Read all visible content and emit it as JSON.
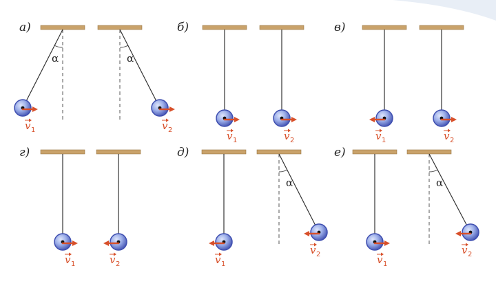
{
  "colors": {
    "ceiling": "#c9a26a",
    "ceiling_edge": "#9a7645",
    "thread": "#333333",
    "ball_outer": "#3f4fb0",
    "ball_inner": "#9fb1ea",
    "arrow": "#d8502a",
    "angle_line": "#555555"
  },
  "panels": [
    {
      "label": "а)",
      "pendulums": [
        {
          "state": "deflected-left",
          "angle_label": "α",
          "velocity_label": "v",
          "velocity_sub": "1",
          "velocity_direction": "right"
        },
        {
          "state": "deflected-right",
          "angle_label": "α",
          "velocity_label": "v",
          "velocity_sub": "2",
          "velocity_direction": "right"
        }
      ]
    },
    {
      "label": "б)",
      "pendulums": [
        {
          "state": "vertical",
          "velocity_label": "v",
          "velocity_sub": "1",
          "velocity_direction": "right"
        },
        {
          "state": "vertical",
          "velocity_label": "v",
          "velocity_sub": "2",
          "velocity_direction": "right"
        }
      ]
    },
    {
      "label": "в)",
      "pendulums": [
        {
          "state": "vertical",
          "velocity_label": "v",
          "velocity_sub": "1",
          "velocity_direction": "left"
        },
        {
          "state": "vertical",
          "velocity_label": "v",
          "velocity_sub": "2",
          "velocity_direction": "right"
        }
      ]
    },
    {
      "label": "г)",
      "pendulums": [
        {
          "state": "vertical",
          "velocity_label": "v",
          "velocity_sub": "1",
          "velocity_direction": "right"
        },
        {
          "state": "vertical",
          "velocity_label": "v",
          "velocity_sub": "2",
          "velocity_direction": "left"
        }
      ]
    },
    {
      "label": "д)",
      "pendulums": [
        {
          "state": "vertical",
          "velocity_label": "v",
          "velocity_sub": "1",
          "velocity_direction": "left"
        },
        {
          "state": "deflected-right",
          "angle_label": "α",
          "velocity_label": "v",
          "velocity_sub": "2",
          "velocity_direction": "left"
        }
      ]
    },
    {
      "label": "е)",
      "pendulums": [
        {
          "state": "vertical",
          "velocity_label": "v",
          "velocity_sub": "1",
          "velocity_direction": "right"
        },
        {
          "state": "deflected-right",
          "angle_label": "α",
          "velocity_label": "v",
          "velocity_sub": "2",
          "velocity_direction": "left"
        }
      ]
    }
  ]
}
